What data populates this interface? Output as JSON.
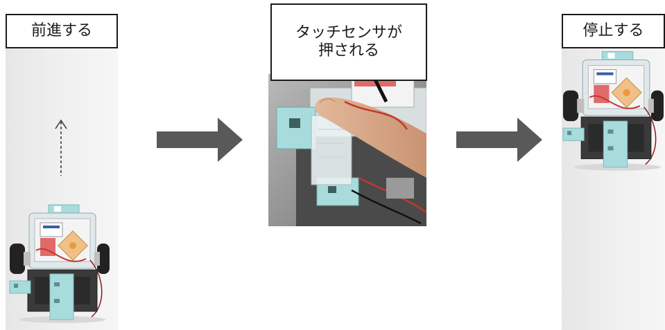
{
  "steps": [
    {
      "label": "前進する"
    },
    {
      "label": "タッチセンサが\n押される"
    },
    {
      "label": "停止する"
    }
  ],
  "colors": {
    "arrow": "#595959",
    "panel": "#eeeeee",
    "border": "#1a1a1a",
    "robot_accent": "#a8dcdc",
    "wire": "#c0392b"
  }
}
